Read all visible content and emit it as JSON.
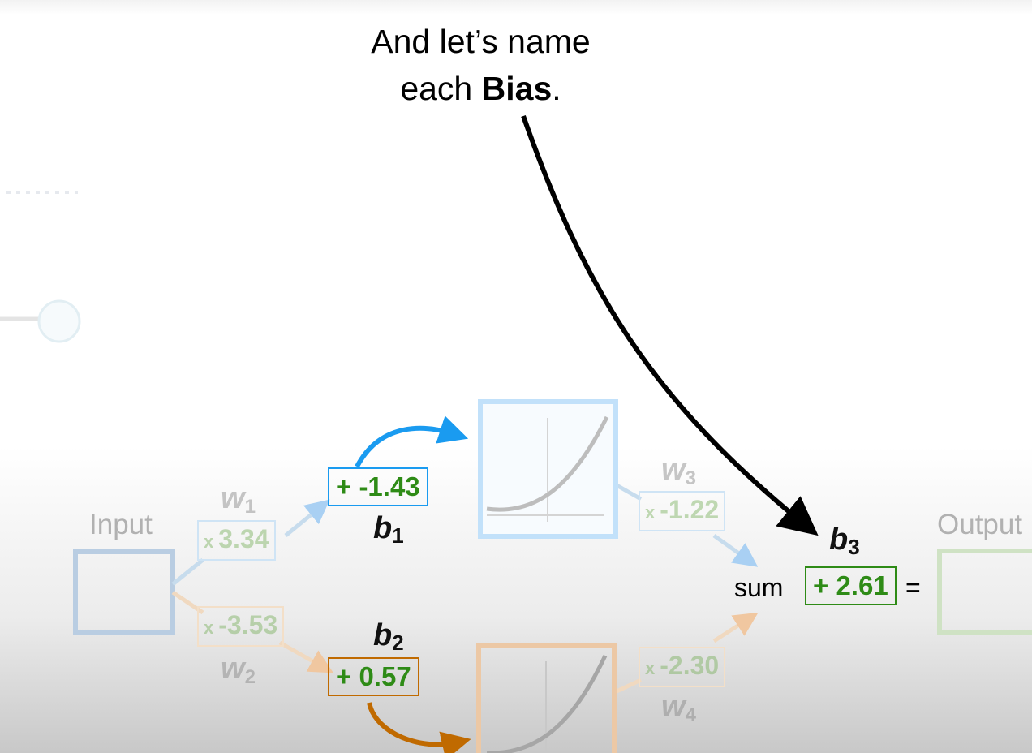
{
  "caption": {
    "line1": "And let’s name",
    "line2_prefix": "each ",
    "line2_bold": "Bias",
    "line2_suffix": "."
  },
  "labels": {
    "input": "Input",
    "output": "Output",
    "sum": "sum",
    "equals": "="
  },
  "weights": [
    {
      "name": "w",
      "sub": "1",
      "value": "3.34"
    },
    {
      "name": "w",
      "sub": "2",
      "value": "-3.53"
    },
    {
      "name": "w",
      "sub": "3",
      "value": "-1.22"
    },
    {
      "name": "w",
      "sub": "4",
      "value": "-2.30"
    }
  ],
  "weight_prefix": "x",
  "biases": [
    {
      "name": "b",
      "sub": "1",
      "value": "+ -1.43"
    },
    {
      "name": "b",
      "sub": "2",
      "value": "+ 0.57"
    },
    {
      "name": "b",
      "sub": "3",
      "value": "+ 2.61"
    }
  ],
  "colors": {
    "blue_path": "#1a9bf0",
    "orange_path": "#c06a00",
    "bias_value": "#2e8b16",
    "output_box": "#2e8b16"
  }
}
